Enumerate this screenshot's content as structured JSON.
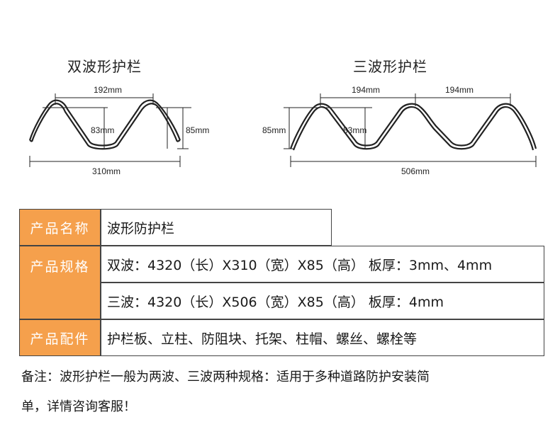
{
  "diagrams": {
    "double": {
      "title": "双波形护栏",
      "dim_width_top": "192mm",
      "dim_inner_height": "83mm",
      "dim_height": "85mm",
      "dim_total_width": "310mm"
    },
    "triple": {
      "title": "三波形护栏",
      "dim_width_top_1": "194mm",
      "dim_width_top_2": "194mm",
      "dim_height": "85mm",
      "dim_inner_height": "83mm",
      "dim_total_width": "506mm"
    }
  },
  "table": {
    "rows": [
      {
        "label": "产品名称",
        "value": "波形防护栏"
      },
      {
        "label": "产品规格",
        "value": "双波：4320（长）X310（宽）X85（高） 板厚：3mm、4mm"
      },
      {
        "label": "",
        "value": "三波：4320（长）X506（宽）X85（高） 板厚：4mm"
      },
      {
        "label": "产品配件",
        "value": "护栏板、立柱、防阻块、托架、柱帽、螺丝、螺栓等"
      }
    ]
  },
  "note": {
    "line1": "备注：波形护栏一般为两波、三波两种规格：适用于多种道路防护安装简",
    "line2": "单，详情咨询客服！"
  },
  "colors": {
    "label_bg": "#f5a04c",
    "label_text": "#ffffff",
    "border": "#444444"
  }
}
